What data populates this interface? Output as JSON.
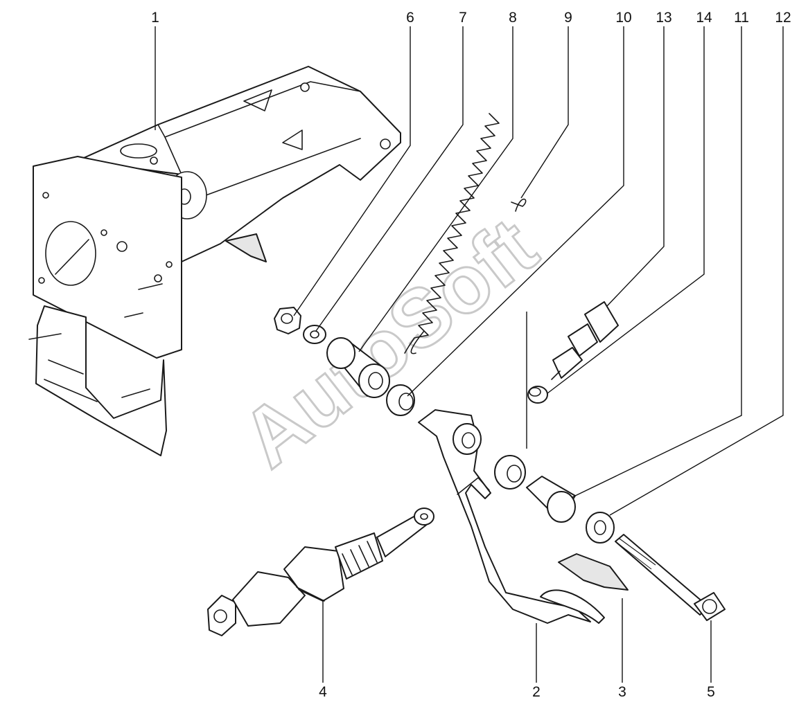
{
  "watermark": "AutoSoft",
  "callouts": [
    {
      "id": "c1",
      "label": "1"
    },
    {
      "id": "c6",
      "label": "6"
    },
    {
      "id": "c7",
      "label": "7"
    },
    {
      "id": "c8",
      "label": "8"
    },
    {
      "id": "c9",
      "label": "9"
    },
    {
      "id": "c10",
      "label": "10"
    },
    {
      "id": "c13",
      "label": "13"
    },
    {
      "id": "c14",
      "label": "14"
    },
    {
      "id": "c11",
      "label": "11"
    },
    {
      "id": "c12",
      "label": "12"
    },
    {
      "id": "c4",
      "label": "4"
    },
    {
      "id": "c2",
      "label": "2"
    },
    {
      "id": "c3",
      "label": "3"
    },
    {
      "id": "c5",
      "label": "5"
    }
  ]
}
